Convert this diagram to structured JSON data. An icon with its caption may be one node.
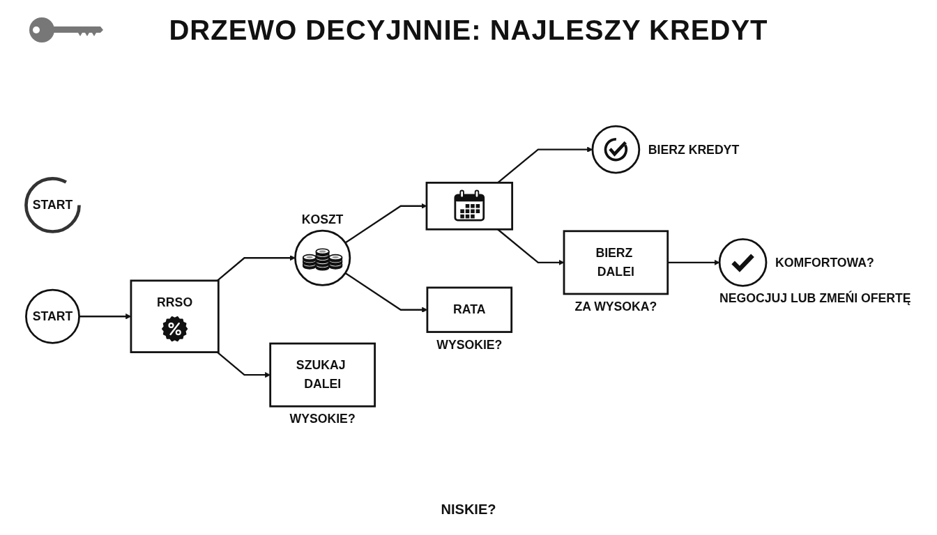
{
  "diagram": {
    "title": "DRZEWO DECYJNNIE: NAJLESZY KREDYT",
    "nodes": [
      {
        "text": [
          "START"
        ]
      },
      {
        "text": [
          "START"
        ]
      },
      {
        "text": [
          "RRSO"
        ]
      },
      {
        "text": [
          "KOSZT"
        ]
      },
      {
        "text": [],
        "shape": "box"
      },
      {
        "text": [],
        "shape": "circle",
        "beside": [
          "BIERZ KREDYT"
        ]
      },
      {
        "text": [
          "SZUKAJ DALEI"
        ],
        "beside": [
          "WYSOKIE?"
        ]
      },
      {
        "text": [
          "RATA"
        ],
        "beside": [
          "WYSOKIE?"
        ]
      },
      {
        "text": [
          "BIERZ DALEI"
        ],
        "beside": [
          "ZA WYSOKA?"
        ]
      },
      {
        "text": [],
        "shape": "circle",
        "beside": [
          "KOMFORTOWA?",
          "NEGOCJUJ LUB ZMEŃI OFERTĘ"
        ]
      }
    ],
    "edges": [
      {
        "from": 1,
        "to": 2,
        "arrow": "to"
      },
      {
        "from": 2,
        "to": 3,
        "arrow": "to"
      },
      {
        "from": 3,
        "to": 4,
        "arrow": "to"
      },
      {
        "from": 4,
        "to": 5,
        "arrow": "to"
      },
      {
        "from": 2,
        "to": 6,
        "arrow": "to"
      },
      {
        "from": 3,
        "to": 7,
        "arrow": "to"
      },
      {
        "from": 4,
        "to": 8,
        "arrow": "to"
      },
      {
        "from": 8,
        "to": 9,
        "arrow": "to"
      }
    ],
    "labels": [
      "NISKIE?"
    ]
  }
}
